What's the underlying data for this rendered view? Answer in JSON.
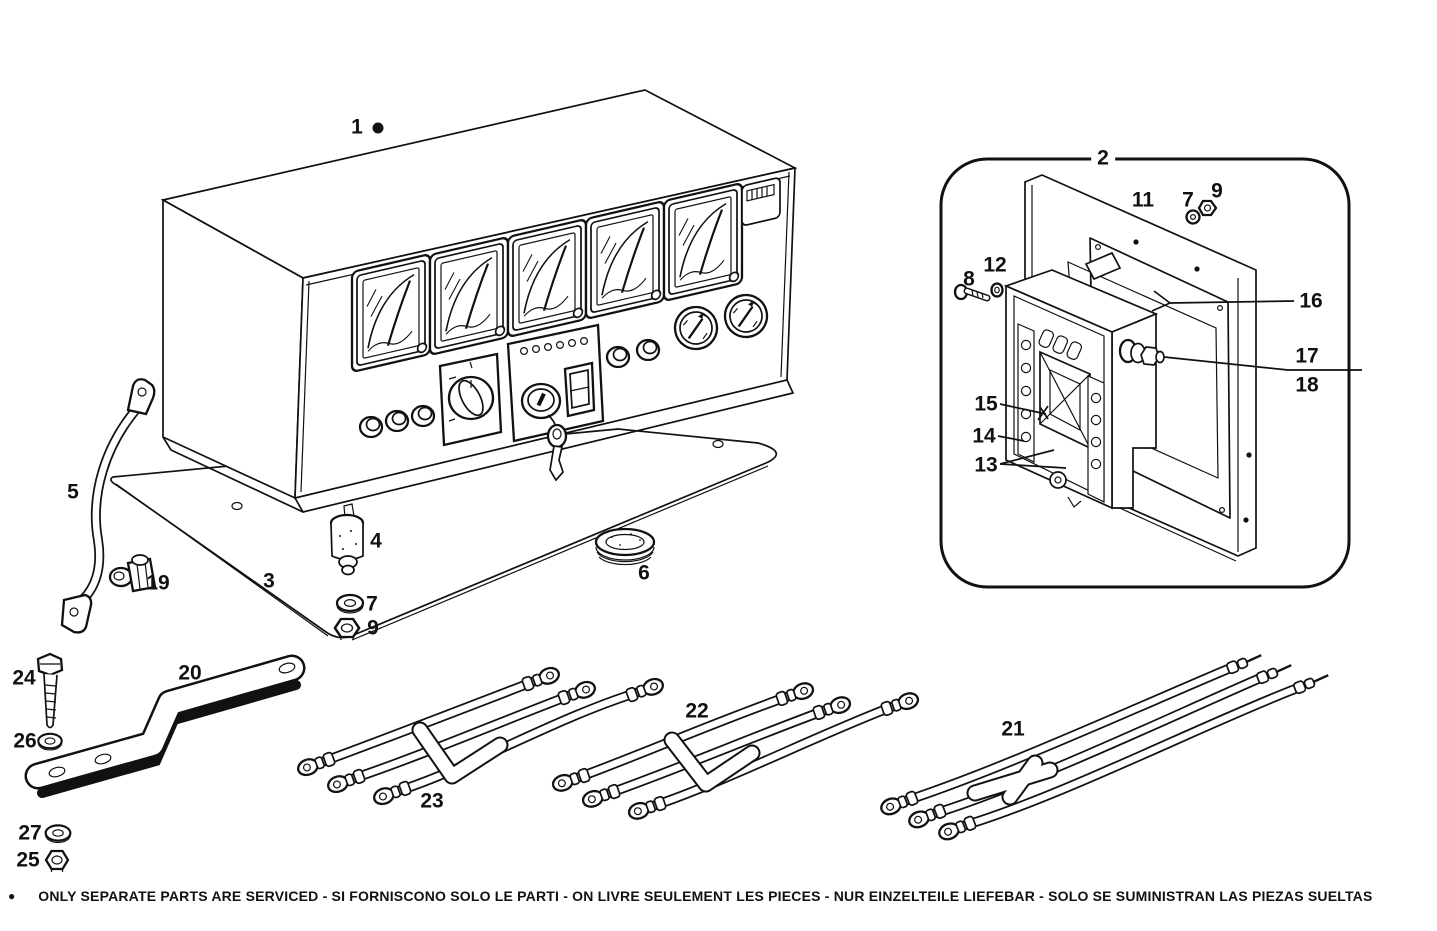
{
  "callouts": {
    "n1": "1",
    "n1_marker": "●",
    "n2": "2",
    "n3": "3",
    "n4": "4",
    "n5": "5",
    "n6": "6",
    "n7_plate": "7",
    "n7_inset": "7",
    "n8": "8",
    "n9_plate": "9",
    "n9_inset": "9",
    "n11": "11",
    "n12": "12",
    "n13": "13",
    "n14": "14",
    "n15": "15",
    "n16": "16",
    "n17": "17",
    "n18": "18",
    "n19": "19",
    "n20": "20",
    "n21": "21",
    "n22": "22",
    "n23": "23",
    "n24": "24",
    "n25": "25",
    "n26": "26",
    "n27": "27"
  },
  "footer": {
    "bullet": "●",
    "text": "ONLY SEPARATE PARTS ARE SERVICED - SI FORNISCONO SOLO LE PARTI - ON LIVRE SEULEMENT LES PIECES - NUR EINZELTEILE LIEFEBAR - SOLO SE SUMINISTRAN LAS PIEZAS SUELTAS"
  },
  "colors": {
    "ink": "#111111",
    "paper": "#ffffff"
  }
}
